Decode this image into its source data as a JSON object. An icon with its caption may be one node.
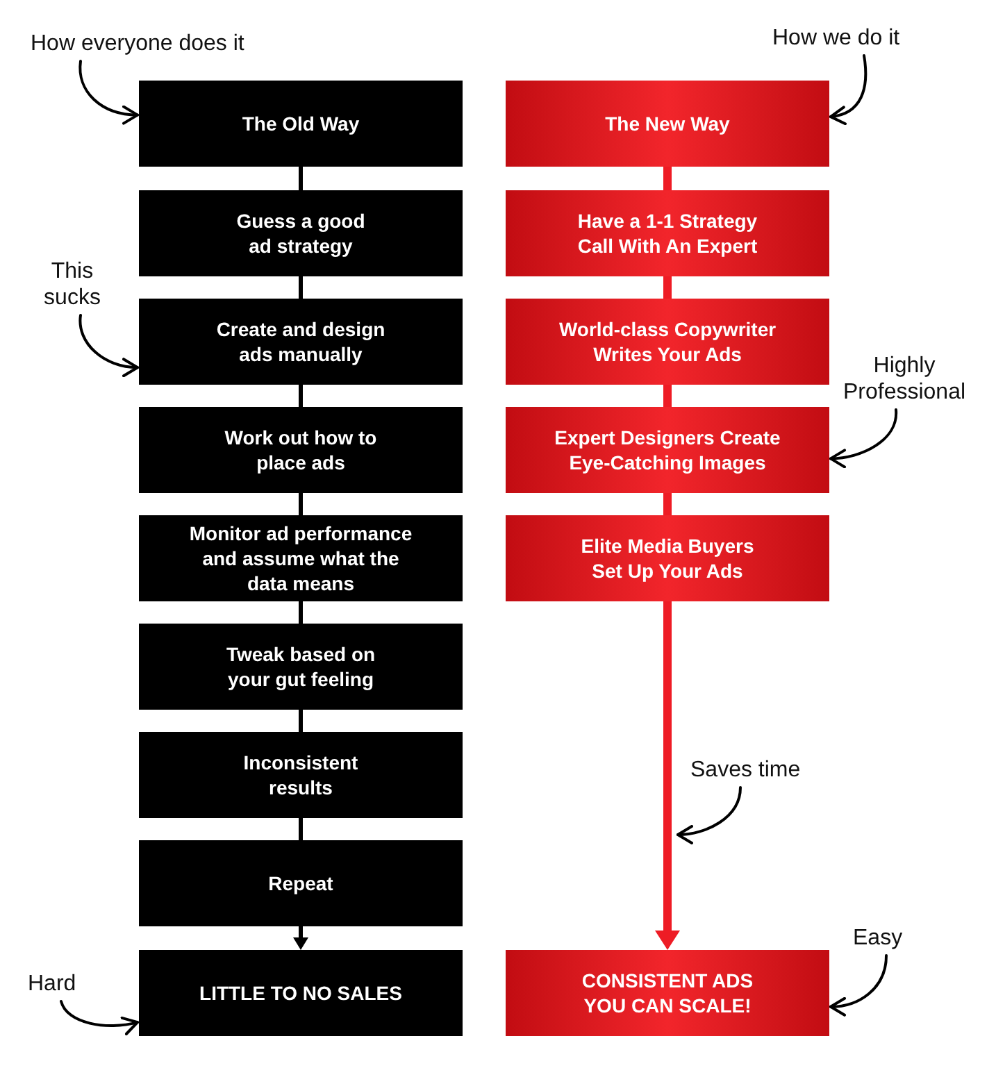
{
  "diagram": {
    "nodes": [
      {
        "text": [
          "How everyone does it"
        ]
      },
      {
        "text": [
          "How we do it"
        ]
      },
      {
        "text": [
          "The Old Way"
        ]
      },
      {
        "text": [
          "Guess a good ad strategy"
        ]
      },
      {
        "text": [
          "Create and design ads manually"
        ]
      },
      {
        "text": [
          "Work out how to place ads"
        ]
      },
      {
        "text": [
          "Monitor ad performance and assume what the data means"
        ]
      },
      {
        "text": [
          "Tweak based on your gut feeling"
        ]
      },
      {
        "text": [
          "Inconsistent results"
        ]
      },
      {
        "text": [
          "Repeat"
        ]
      },
      {
        "text": [
          "LITTLE TO NO SALES"
        ]
      },
      {
        "text": [
          "The New Way"
        ]
      },
      {
        "text": [
          "Have a 1-1 Strategy Call With An Expert"
        ]
      },
      {
        "text": [
          "World-class Copywriter Writes Your Ads"
        ]
      },
      {
        "text": [
          "Expert Designers Create Eye-Catching Images"
        ]
      },
      {
        "text": [
          "Elite Media Buyers Set Up Your Ads"
        ]
      },
      {
        "text": [
          "CONSISTENT ADS YOU CAN SCALE!"
        ]
      },
      {
        "text": [
          "This sucks"
        ]
      },
      {
        "text": [
          "Hard"
        ]
      },
      {
        "text": [
          "Highly Professional"
        ]
      },
      {
        "text": [
          "Saves time"
        ]
      },
      {
        "text": [
          "Easy"
        ]
      }
    ],
    "edges": [
      {
        "from": 2,
        "to": 3,
        "arrow": "none"
      },
      {
        "from": 3,
        "to": 4,
        "arrow": "none"
      },
      {
        "from": 4,
        "to": 5,
        "arrow": "none"
      },
      {
        "from": 5,
        "to": 6,
        "arrow": "none"
      },
      {
        "from": 6,
        "to": 7,
        "arrow": "none"
      },
      {
        "from": 7,
        "to": 8,
        "arrow": "none"
      },
      {
        "from": 8,
        "to": 9,
        "arrow": "none"
      },
      {
        "from": 9,
        "to": 10,
        "arrow": "to"
      },
      {
        "from": 11,
        "to": 12,
        "arrow": "none",
        "style": "thick",
        "color": "#ee1c25"
      },
      {
        "from": 12,
        "to": 13,
        "arrow": "none",
        "style": "thick",
        "color": "#ee1c25"
      },
      {
        "from": 13,
        "to": 14,
        "arrow": "none",
        "style": "thick",
        "color": "#ee1c25"
      },
      {
        "from": 14,
        "to": 15,
        "arrow": "none",
        "style": "thick",
        "color": "#ee1c25"
      },
      {
        "from": 15,
        "to": 16,
        "arrow": "to",
        "style": "thick",
        "color": "#ee1c25"
      },
      {
        "from": 0,
        "to": 2,
        "arrow": "to"
      },
      {
        "from": 1,
        "to": 11,
        "arrow": "to"
      },
      {
        "from": 17,
        "to": 4,
        "arrow": "to"
      },
      {
        "from": 19,
        "to": 14,
        "arrow": "to"
      },
      {
        "from": 20,
        "to": null,
        "arrow": "to"
      },
      {
        "from": 18,
        "to": 10,
        "arrow": "to"
      },
      {
        "from": 21,
        "to": 16,
        "arrow": "to"
      }
    ]
  }
}
